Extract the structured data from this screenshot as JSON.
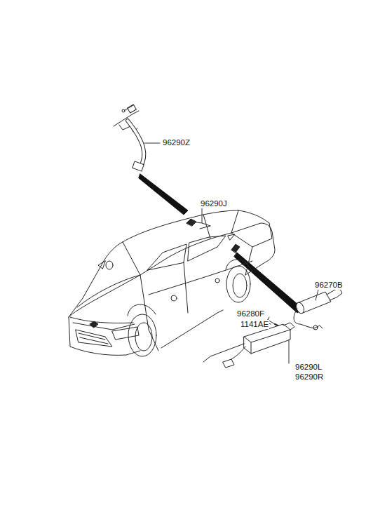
{
  "diagram": {
    "labels": [
      "96290Z",
      "96290J",
      "96270B",
      "96280F",
      "1141AE",
      "96290L",
      "96290R"
    ]
  }
}
